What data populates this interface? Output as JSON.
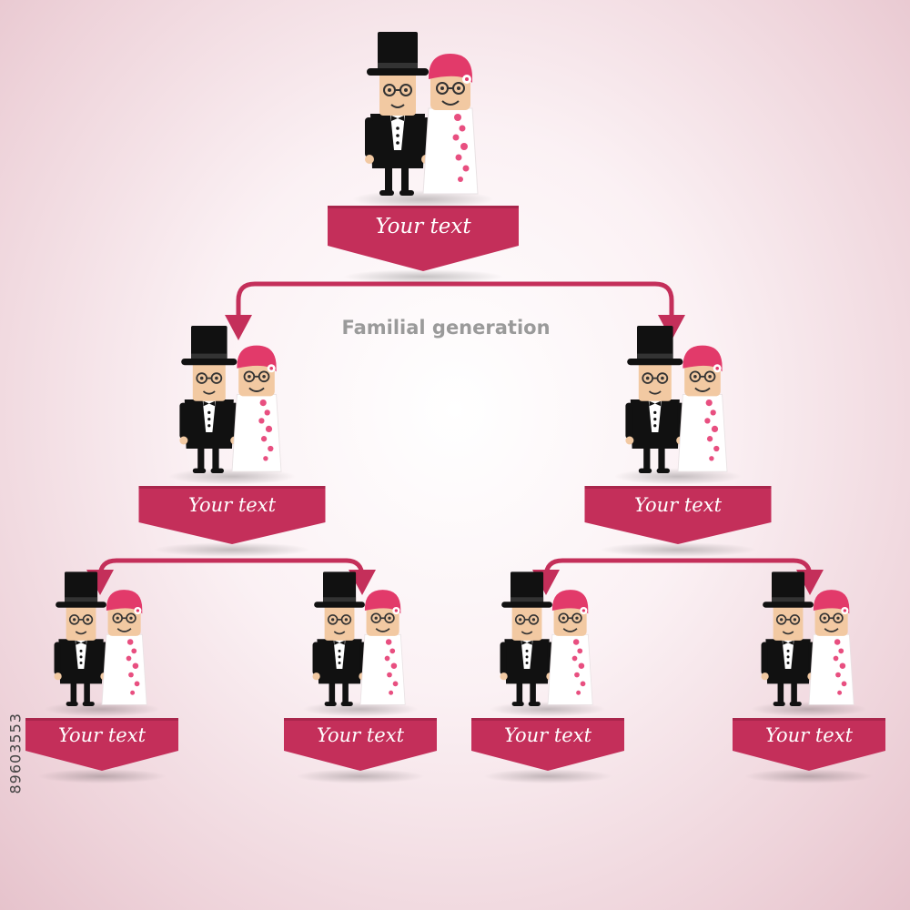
{
  "diagram": {
    "subtitle": "Familial generation",
    "colors": {
      "banner": "#c42f5a",
      "banner_shadow": "#8e1d3e",
      "arrow": "#c42f5a",
      "suit": "#111111",
      "skin": "#f2c9a2",
      "dress": "#ffffff",
      "bride_hair": "#e23a6a",
      "flower": "#e84f80"
    },
    "nodes": [
      {
        "id": "root",
        "label": "Your text",
        "level": 0
      },
      {
        "id": "gen1-left",
        "label": "Your text",
        "level": 1
      },
      {
        "id": "gen1-right",
        "label": "Your text",
        "level": 1
      },
      {
        "id": "gen2-a",
        "label": "Your text",
        "level": 2
      },
      {
        "id": "gen2-b",
        "label": "Your text",
        "level": 2
      },
      {
        "id": "gen2-c",
        "label": "Your text",
        "level": 2
      },
      {
        "id": "gen2-d",
        "label": "Your text",
        "level": 2
      }
    ],
    "edges": [
      {
        "from": "root",
        "to": "gen1-left"
      },
      {
        "from": "root",
        "to": "gen1-right"
      },
      {
        "from": "gen1-left",
        "to": "gen2-a"
      },
      {
        "from": "gen1-left",
        "to": "gen2-b"
      },
      {
        "from": "gen1-right",
        "to": "gen2-c"
      },
      {
        "from": "gen1-right",
        "to": "gen2-d"
      }
    ],
    "watermark_id": "89603553"
  }
}
